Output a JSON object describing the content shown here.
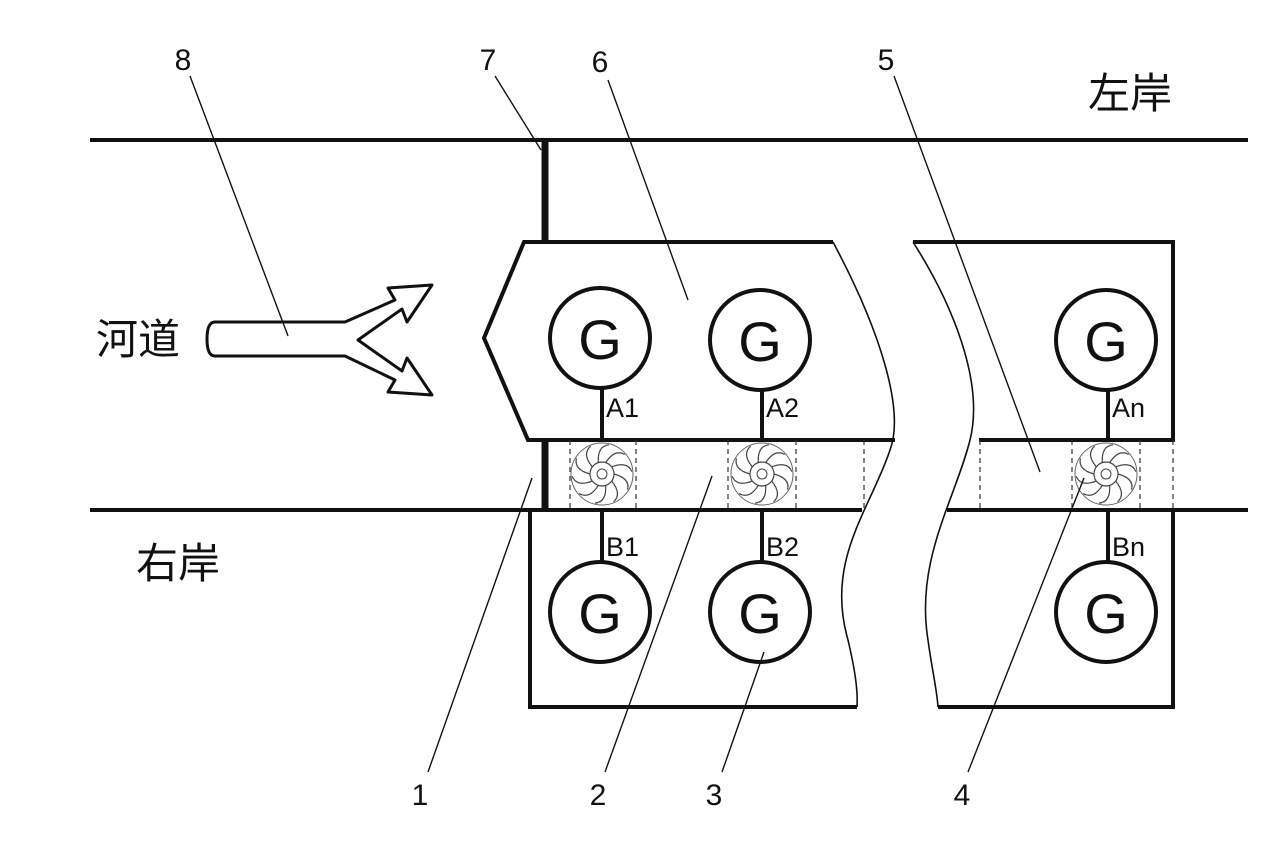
{
  "banks": {
    "left": "左岸",
    "right": "右岸"
  },
  "channel_label": "河道",
  "callouts": [
    "1",
    "2",
    "3",
    "4",
    "5",
    "6",
    "7",
    "8"
  ],
  "generators": {
    "symbol": "G",
    "upper": [
      "A1",
      "A2",
      "An"
    ],
    "lower": [
      "B1",
      "B2",
      "Bn"
    ]
  },
  "icons": {
    "turbine": "turbine-icon",
    "flow": "flow-arrow-icon"
  }
}
